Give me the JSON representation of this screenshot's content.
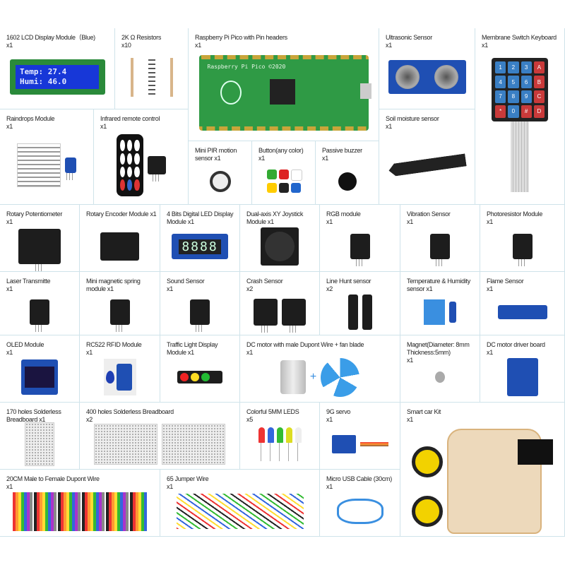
{
  "items": [
    {
      "title": "1602 LCD Display Module（Blue)",
      "qty": "x1",
      "icon": "lcd-module",
      "screen": [
        "Temp: 27.4",
        "Humi: 46.0"
      ]
    },
    {
      "title": "2K Ω Resistors",
      "qty": "x10",
      "icon": "resistors"
    },
    {
      "title": "Raspberry Pi Pico with Pin headers",
      "qty": "x1",
      "icon": "raspberry-pi-pico",
      "board_label": "Raspberry Pi Pico ©2020"
    },
    {
      "title": "Ultrasonic Sensor",
      "qty": "x1",
      "icon": "ultrasonic-sensor"
    },
    {
      "title": "Membrane Switch Keyboard x1",
      "qty": "",
      "icon": "keypad",
      "keys": [
        "1",
        "2",
        "3",
        "A",
        "4",
        "5",
        "6",
        "B",
        "7",
        "8",
        "9",
        "C",
        "*",
        "0",
        "#",
        "D"
      ]
    },
    {
      "title": "Raindrops Module",
      "qty": "x1",
      "icon": "raindrops-module"
    },
    {
      "title": "Infrared remote control",
      "qty": "x1",
      "icon": "ir-remote"
    },
    {
      "title": "Mini PIR motion sensor x1",
      "qty": "",
      "icon": "pir-sensor"
    },
    {
      "title": "Button(any color)",
      "qty": "x1",
      "icon": "buttons"
    },
    {
      "title": "Passive buzzer",
      "qty": "x1",
      "icon": "buzzer"
    },
    {
      "title": "Soil moisture sensor",
      "qty": "x1",
      "icon": "soil-sensor"
    },
    {
      "title": "Rotary Potentiometer",
      "qty": "x1",
      "icon": "potentiometer"
    },
    {
      "title": "Rotary Encoder Module x1",
      "qty": "",
      "icon": "rotary-encoder"
    },
    {
      "title": "4 Bits Digital LED Display Module x1",
      "qty": "",
      "icon": "segment-display",
      "digits": "8888"
    },
    {
      "title": "Dual-axis XY Joystick Module x1",
      "qty": "",
      "icon": "joystick"
    },
    {
      "title": "RGB module",
      "qty": "x1",
      "icon": "rgb-module"
    },
    {
      "title": "Vibration Sensor",
      "qty": "x1",
      "icon": "vibration-sensor"
    },
    {
      "title": "Photoresistor Module",
      "qty": "x1",
      "icon": "photoresistor"
    },
    {
      "title": "Laser Transmitte",
      "qty": "x1",
      "icon": "laser"
    },
    {
      "title": "Mini magnetic spring module x1",
      "qty": "",
      "icon": "reed-switch"
    },
    {
      "title": "Sound Sensor",
      "qty": "x1",
      "icon": "sound-sensor"
    },
    {
      "title": "Crash Sensor",
      "qty": "x2",
      "icon": "crash-sensor"
    },
    {
      "title": "Line Hunt sensor",
      "qty": "x2",
      "icon": "line-sensor"
    },
    {
      "title": "Temperature & Humidity sensor x1",
      "qty": "",
      "icon": "dht-sensor"
    },
    {
      "title": "Flame Sensor",
      "qty": "x1",
      "icon": "flame-sensor"
    },
    {
      "title": "OLED Module",
      "qty": "x1",
      "icon": "oled"
    },
    {
      "title": "RC522 RFID Module",
      "qty": "x1",
      "icon": "rfid"
    },
    {
      "title": "Traffic Light Display Module x1",
      "qty": "",
      "icon": "traffic-light"
    },
    {
      "title": "DC motor with male Dupont Wire + fan blade",
      "qty": "x1",
      "icon": "dc-motor-fan"
    },
    {
      "title": "Magnet(Diameter: 8mm Thickness:5mm)",
      "qty": "x1",
      "icon": "magnet"
    },
    {
      "title": "DC motor driver board",
      "qty": "x1",
      "icon": "motor-driver"
    },
    {
      "title": "170 holes Solderless Breadboard x1",
      "qty": "",
      "icon": "mini-breadboard"
    },
    {
      "title": "400 holes Solderless Breadboard",
      "qty": "x2",
      "icon": "breadboard"
    },
    {
      "title": "Colorful 5MM LEDS",
      "qty": "x5",
      "icon": "leds"
    },
    {
      "title": "9G servo",
      "qty": "x1",
      "icon": "servo"
    },
    {
      "title": "Smart car Kit",
      "qty": "x1",
      "icon": "smart-car"
    },
    {
      "title": "20CM Male to Female Dupont Wire",
      "qty": "x1",
      "icon": "dupont-wire"
    },
    {
      "title": "65 Jumper Wire",
      "qty": "x1",
      "icon": "jumper-wire"
    },
    {
      "title": "Micro USB Cable (30cm)",
      "qty": "x1",
      "icon": "usb-cable"
    }
  ],
  "colors": {
    "grid": "#cfe3ea",
    "pcb_blue": "#1f4fb3",
    "pcb_black": "#1d1d1d",
    "pcb_green": "#2f9a45"
  }
}
